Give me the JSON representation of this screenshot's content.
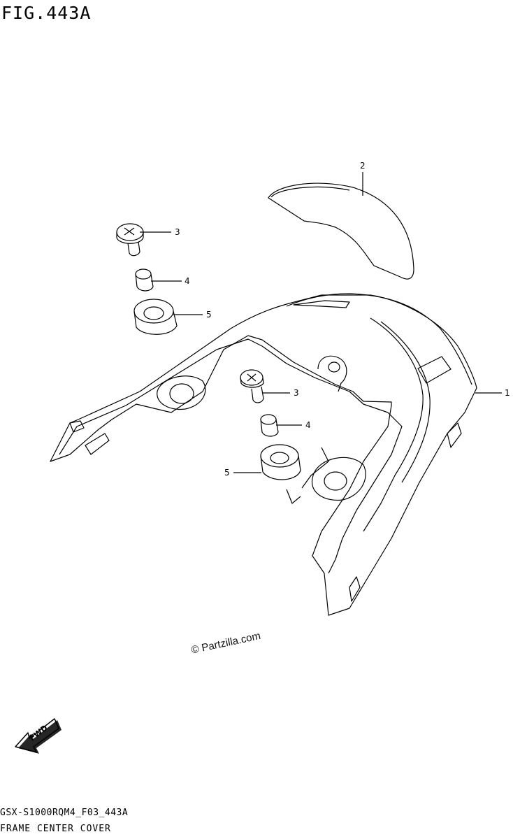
{
  "figure": {
    "title": "FIG.443A"
  },
  "callouts": [
    {
      "id": "c2",
      "label": "2"
    },
    {
      "id": "c3a",
      "label": "3"
    },
    {
      "id": "c4a",
      "label": "4"
    },
    {
      "id": "c5a",
      "label": "5"
    },
    {
      "id": "c1",
      "label": "1"
    },
    {
      "id": "c3b",
      "label": "3"
    },
    {
      "id": "c4b",
      "label": "4"
    },
    {
      "id": "c5b",
      "label": "5"
    }
  ],
  "watermark": "© Partzilla.com",
  "fwd_label": "FWD",
  "footer": {
    "code": "GSX-S1000RQM4_F03_443A",
    "name": "FRAME CENTER COVER"
  }
}
